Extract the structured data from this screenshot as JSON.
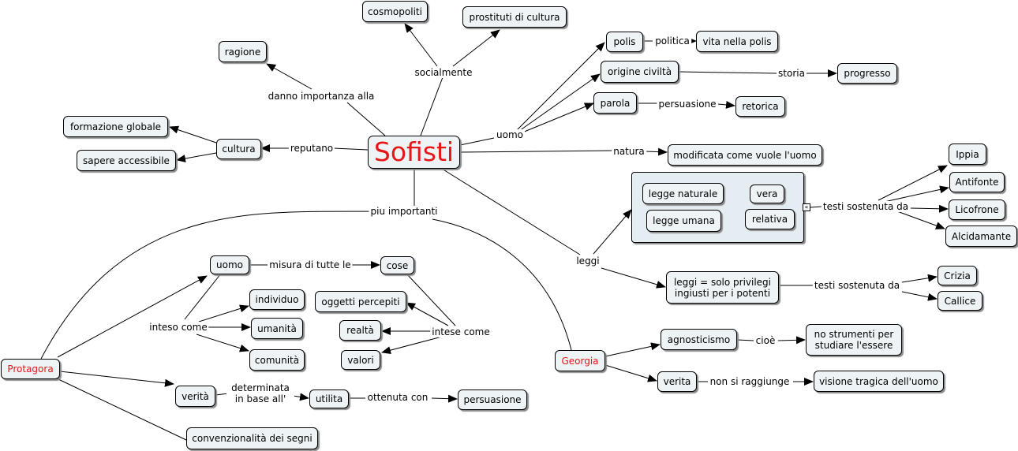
{
  "nodes": {
    "sofisti": "Sofisti",
    "cosmopoliti": "cosmopoliti",
    "prostituti": "prostituti di cultura",
    "ragione": "ragione",
    "polis": "polis",
    "vita_polis": "vita nella polis",
    "origine_civilta": "origine civiltà",
    "progresso": "progresso",
    "parola": "parola",
    "retorica": "retorica",
    "formazione_globale": "formazione globale",
    "cultura": "cultura",
    "sapere_accessibile": "sapere accessibile",
    "modificata": "modificata come vuole l'uomo",
    "ippia": "Ippia",
    "antifonte": "Antifonte",
    "licofrone": "Licofrone",
    "alcidamante": "Alcidamante",
    "legge_naturale": "legge naturale",
    "vera": "vera",
    "legge_umana": "legge umana",
    "relativa": "relativa",
    "uomo_p": "uomo",
    "cose": "cose",
    "individuo": "individuo",
    "oggetti_percepiti": "oggetti percepiti",
    "umanita": "umanità",
    "realta": "realtà",
    "comunita": "comunità",
    "valori": "valori",
    "leggi_privilegi": "leggi = solo privilegi ingiusti per i potenti",
    "crizia": "Crizia",
    "callice": "Callice",
    "agnosticismo": "agnosticismo",
    "no_strumenti": "no strumenti per studiare l'essere",
    "georgia": "Georgia",
    "verita_g": "verita",
    "visione_tragica": "visione tragica dell'uomo",
    "protagora": "Protagora",
    "verita_p": "verità",
    "utilita": "utilita",
    "persuasione_p": "persuasione",
    "convenzionalita": "convenzionalità dei segni"
  },
  "labels": {
    "socialmente": "socialmente",
    "danno_importanza": "danno importanza alla",
    "politica": "politica",
    "storia": "storia",
    "uomo": "uomo",
    "persuasione": "persuasione",
    "reputano": "reputano",
    "natura": "natura",
    "testi_1": "testi sostenuta da",
    "piu_importanti": "piu importanti",
    "misura": "misura di tutte le",
    "leggi": "leggi",
    "inteso_come": "inteso come",
    "intese_come": "intese come",
    "testi_2": "testi sostenuta da",
    "cioe": "cioè",
    "non_si_raggiunge": "non si raggiunge",
    "determinata": "determinata in base all'",
    "ottenuta_con": "ottenuta con"
  },
  "colors": {
    "node_fill": "#eef3f6",
    "group_fill": "#e4edf1",
    "accent_red": "#e51717",
    "line": "#000000"
  }
}
